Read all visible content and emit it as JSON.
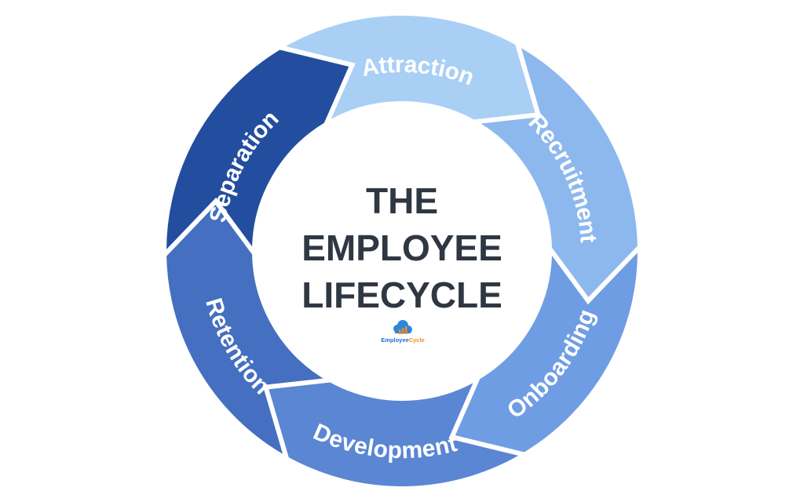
{
  "title_lines": [
    "THE",
    "EMPLOYEE",
    "LIFECYCLE"
  ],
  "logo": {
    "text_part1": "Employee",
    "text_part2": "Cycle",
    "color_part1": "#1f6fd1",
    "color_part2": "#f28c1e"
  },
  "stages": [
    {
      "label": "Attraction",
      "color": "#a9cff5"
    },
    {
      "label": "Recruitment",
      "color": "#8db8ee"
    },
    {
      "label": "Onboarding",
      "color": "#6f9de3"
    },
    {
      "label": "Development",
      "color": "#5a86d3"
    },
    {
      "label": "Retention",
      "color": "#456fc0"
    },
    {
      "label": "Separation",
      "color": "#234e9f"
    }
  ],
  "title_color": "#2f3742"
}
